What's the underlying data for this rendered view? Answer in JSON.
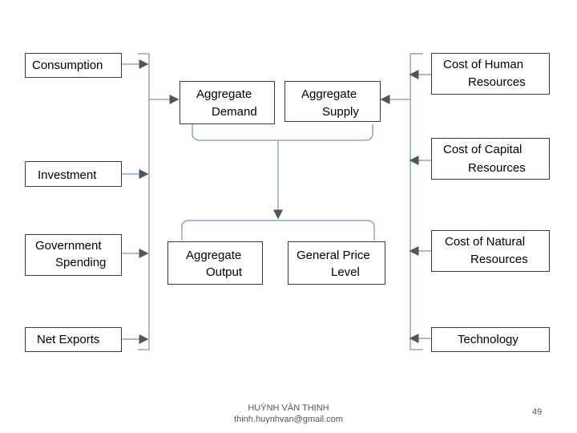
{
  "demand_factors": [
    {
      "label": "Consumption"
    },
    {
      "label": "Investment"
    },
    {
      "label_lines": [
        "Government",
        "Spending"
      ]
    },
    {
      "label": "Net Exports"
    }
  ],
  "supply_factors": [
    {
      "label_lines": [
        "Cost of Human",
        "Resources"
      ]
    },
    {
      "label_lines": [
        "Cost of Capital",
        "Resources"
      ]
    },
    {
      "label_lines": [
        "Cost of Natural",
        "Resources"
      ]
    },
    {
      "label": "Technology"
    }
  ],
  "center": {
    "aggregate_demand": [
      "Aggregate",
      "Demand"
    ],
    "aggregate_supply": [
      "Aggregate",
      "Supply"
    ],
    "aggregate_output": [
      "Aggregate",
      "Output"
    ],
    "general_price_level": [
      "General Price",
      "Level"
    ]
  },
  "footer": {
    "author": "HUỲNH VĂN THỊNH",
    "email": "thinh.huynhvan@gmail.com",
    "page_number": "49"
  },
  "colors": {
    "connector": "#8aa5c9",
    "box_border": "#3a3a3a"
  }
}
